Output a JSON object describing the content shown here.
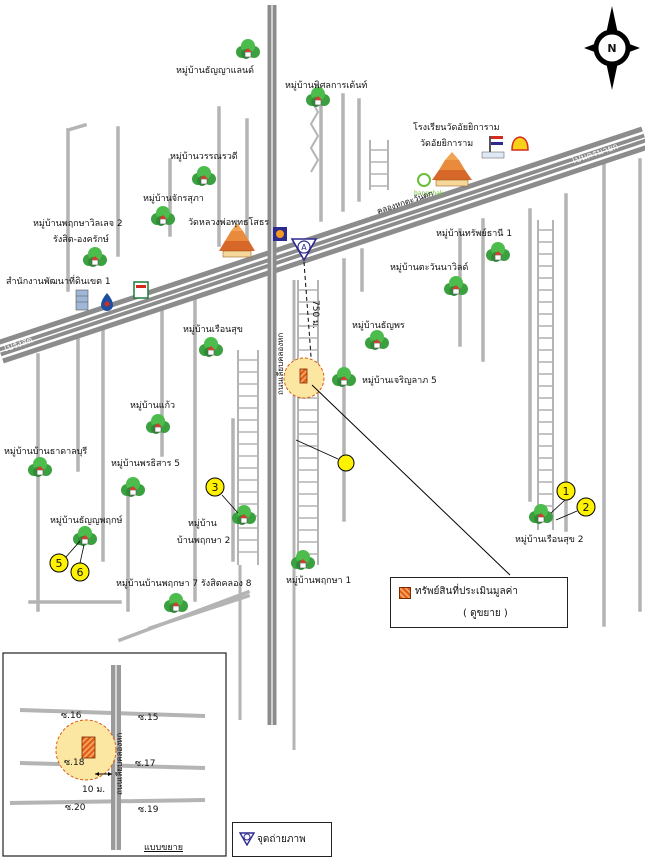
{
  "roads": {
    "main_left": "ไปรังสิต",
    "main_right": "ไปนครนายก",
    "main_name": "ถนนรังสิต-นครนายก",
    "canal_road": "คลองหกตะวันตก",
    "soi_name": "ถนนเลียบคลองหก",
    "distance": "750 ม.",
    "inset_road": "ถนนเลียบคลองหก"
  },
  "places": {
    "p1": "หมู่บ้านธัญญาแลนด์",
    "p2": "หมู่บ้านพิศลการเด้นท์",
    "p3": "โรงเรียนวัดอัยยิการาม",
    "p4": "วัดอัยยิการาม",
    "p5": "หมู่บ้านวรรณรวดี",
    "p6": "หมู่บ้านจักรสุภา",
    "p7": "วัดหลวงพ่อพุทธโสธร",
    "p8": "หมู่บ้านพฤกษาวิลเลจ 2",
    "p9": "รังสิต-องครักษ์",
    "p10": "สำนักงานพัฒนาที่ดินเขต 1",
    "p11": "หมู่บ้านทรัพย์ธานี 1",
    "p12": "หมู่บ้านตะวันนาวิลด์",
    "p13": "หมู่บ้านธัญพร",
    "p14": "หมู่บ้านเรือนสุข",
    "p15": "หมู่บ้านเจริญลาภ 5",
    "p16": "หมู่บ้านแก้ว",
    "p17": "หมู่บ้านบ้านธาดาลบุรี",
    "p18": "หมู่บ้านพรธิสาร 5",
    "p19": "หมู่บ้านธัญญพฤกษ์",
    "p20": "หมู่บ้าน",
    "p21": "บ้านพฤกษา 2",
    "p22": "หมู่บ้านเรือนสุข 2",
    "p23": "หมู่บ้านพฤกษา 1",
    "p24": "หมู่บ้านบ้านพฤกษา 7 รังสิตคลอง 8",
    "brand": "bangchak"
  },
  "markers": [
    "1",
    "2",
    "3",
    "5",
    "6"
  ],
  "photo_point": "A",
  "legend": {
    "asset_label": "ทรัพย์สินที่ประเมินมูลค่า",
    "asset_sub": "( ดูขยาย )",
    "photo_label": "จุดถ่ายภาพ"
  },
  "north": "N",
  "inset": {
    "title": "แบบขยาย",
    "lots": [
      "ซ.16",
      "ซ.15",
      "ซ.18",
      "ซ.17",
      "ซ.20",
      "ซ.19"
    ],
    "distance": "10 ม."
  },
  "colors": {
    "road_gray": "#b4b4b4",
    "highway": "#8c8c8c",
    "asset_orange": "#e05a10",
    "circle_fill": "#fbe6a2",
    "marker_yellow": "#fff200",
    "tree_green": "#3aa040"
  }
}
